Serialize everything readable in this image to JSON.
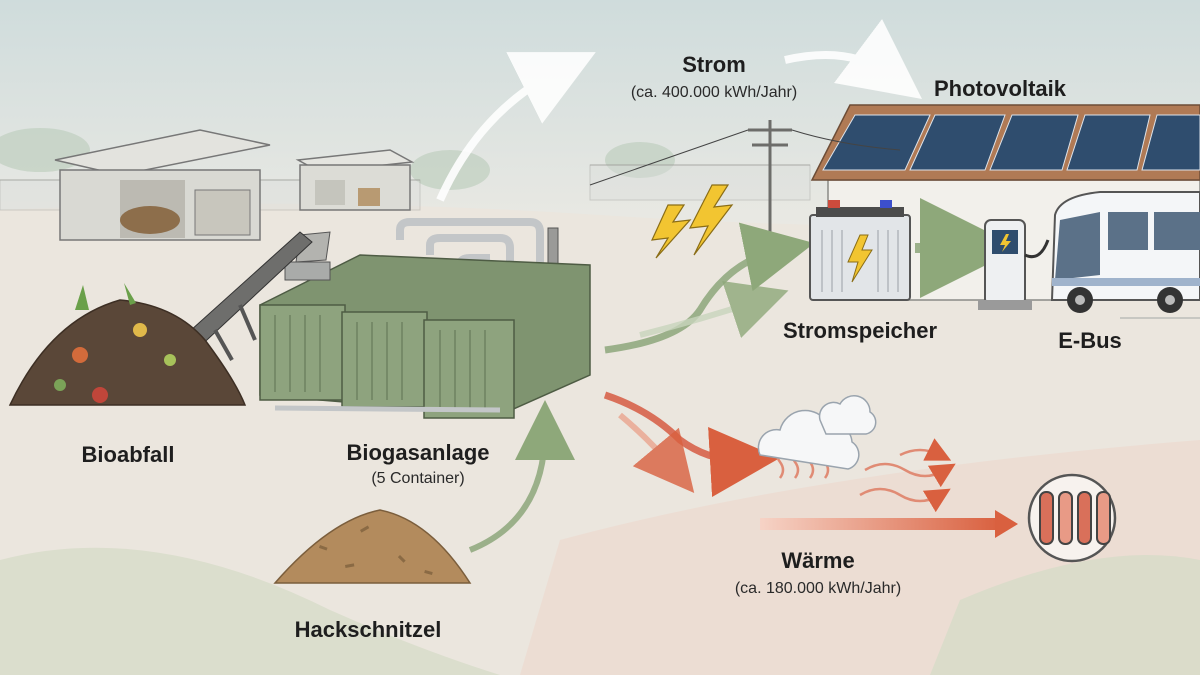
{
  "labels": {
    "bioabfall": "Bioabfall",
    "biogasanlage": "Biogasanlage",
    "biogasanlage_sub": "(5 Container)",
    "hackschnitzel": "Hackschnitzel",
    "strom": "Strom",
    "strom_sub": "(ca. 400.000 kWh/Jahr)",
    "photovoltaik": "Photovoltaik",
    "stromspeicher": "Stromspeicher",
    "ebus": "E-Bus",
    "waerme": "Wärme",
    "waerme_sub": "(ca. 180.000 kWh/Jahr)"
  },
  "colors": {
    "electricity_arrow": "#9bb08a",
    "heat_arrow": "#d9705a",
    "container": "#7f9470",
    "sky": "#dfe6e6",
    "ground": "#ebe6de",
    "lightning": "#f2c531",
    "solar_panel": "#2f4d6e"
  },
  "icons": {
    "battery": "battery-icon",
    "charger": "charging-station-icon",
    "bus": "bus-icon",
    "heater": "radiator-icon",
    "lightning": "lightning-icon"
  }
}
